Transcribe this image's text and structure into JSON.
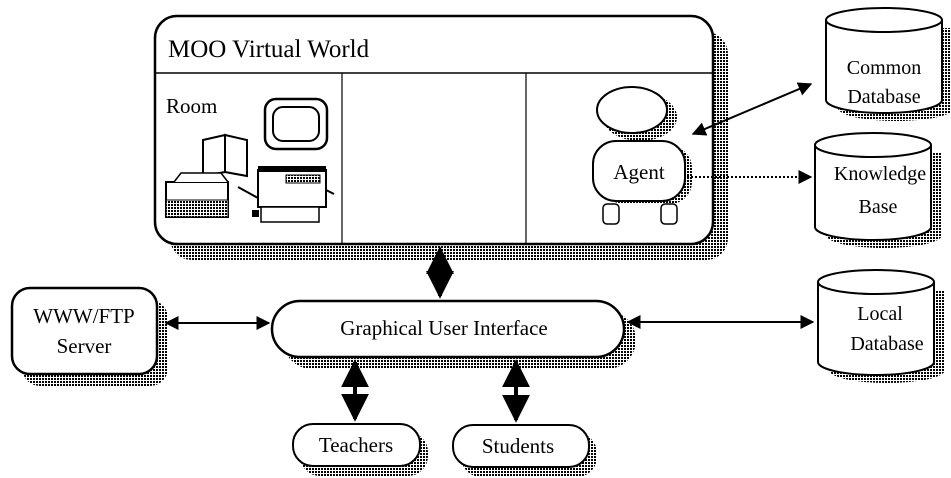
{
  "moo_world": {
    "title": "MOO Virtual World",
    "room_label": "Room"
  },
  "agent": {
    "label": "Agent"
  },
  "databases": {
    "common": {
      "line1": "Common",
      "line2": "Database"
    },
    "knowledge": {
      "line1": "Knowledge",
      "line2": "Base"
    },
    "local": {
      "line1": "Local",
      "line2": "Database"
    }
  },
  "server": {
    "line1": "WWW/FTP",
    "line2": "Server"
  },
  "gui": {
    "label": "Graphical User Interface"
  },
  "users": {
    "teachers": "Teachers",
    "students": "Students"
  },
  "colors": {
    "ink": "#000000",
    "paper": "#ffffff",
    "shadow": "#8a8a8a"
  }
}
